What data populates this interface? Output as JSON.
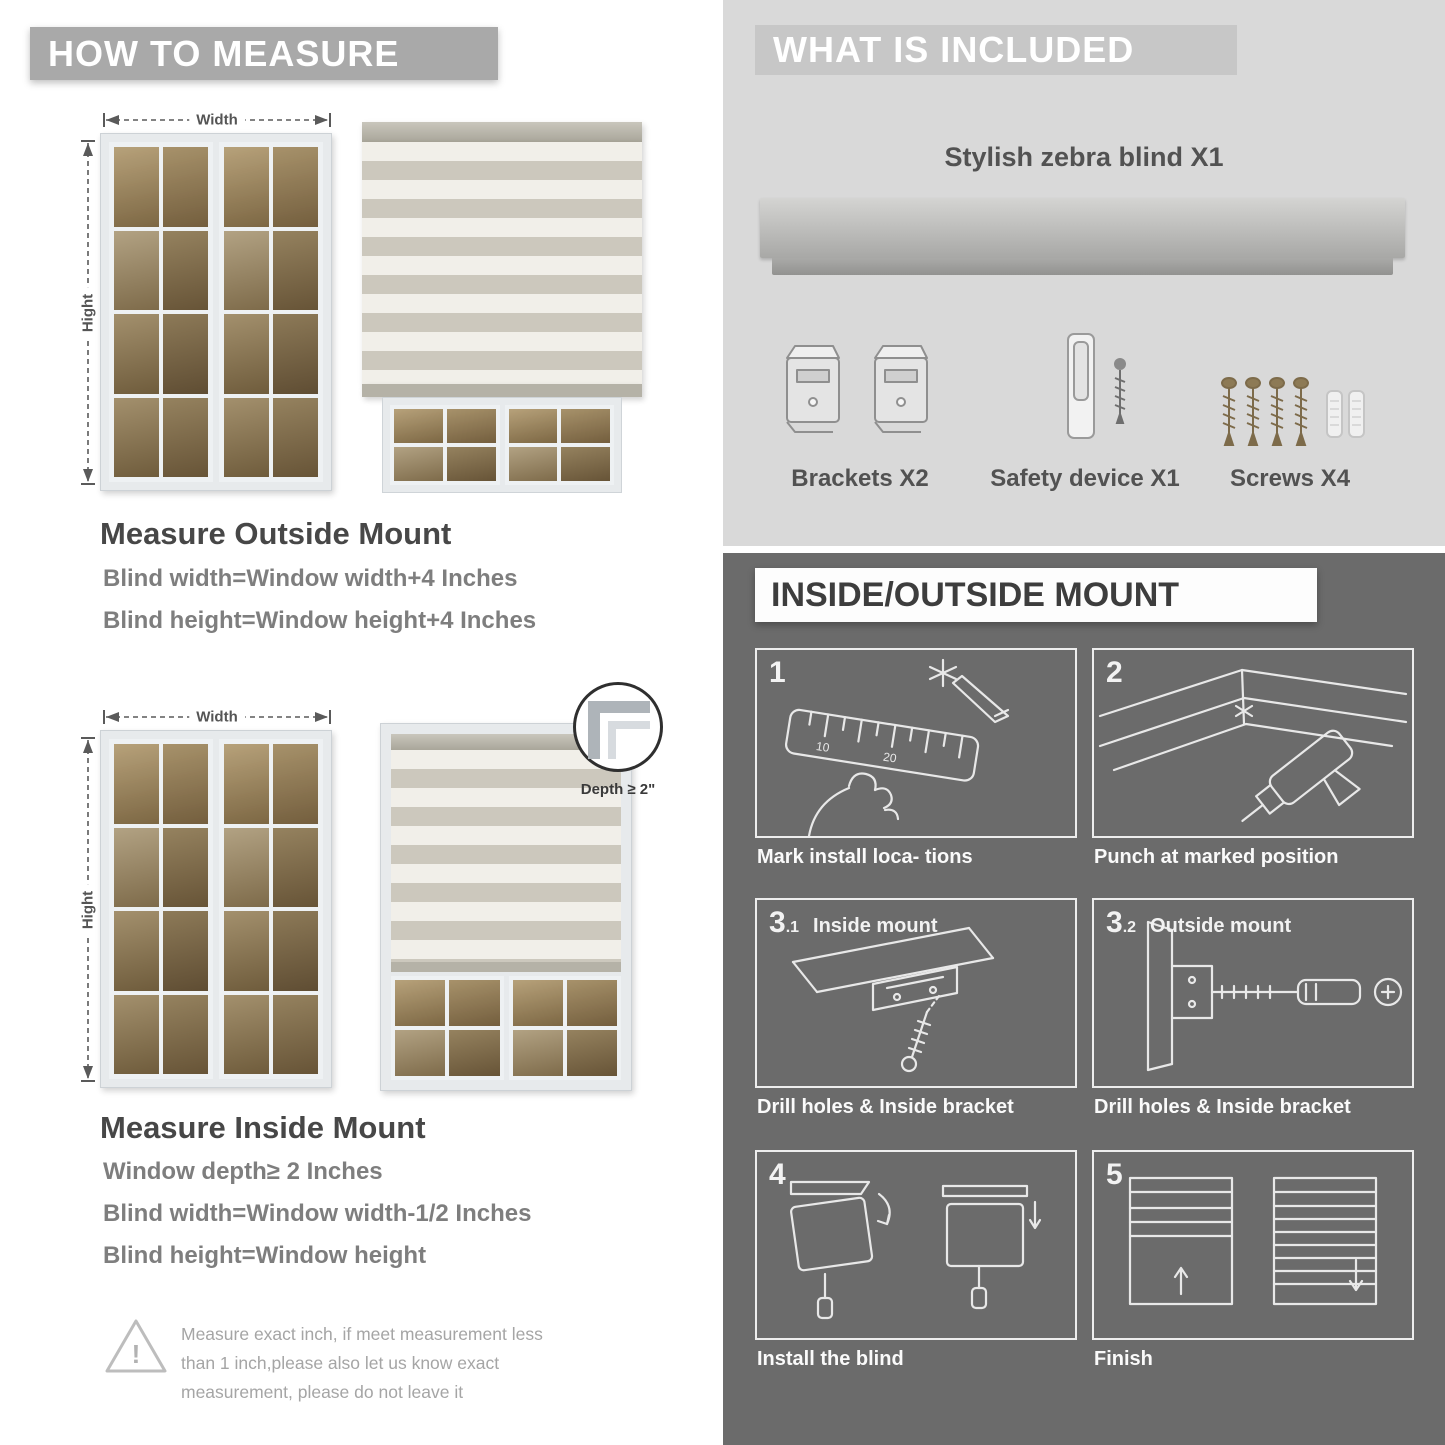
{
  "colors": {
    "left_banner": "#a9a9a9",
    "included_bg": "#d9d9d9",
    "included_banner": "#c7c7c7",
    "mount_bg": "#6b6b6b",
    "mount_banner": "#fdfdfd",
    "heading_text": "#474747",
    "formula_text": "#7e7e7e"
  },
  "left": {
    "header": "HOW TO MEASURE",
    "labels": {
      "width": "Width",
      "height": "Hight",
      "depth": "Depth ≥ 2\""
    },
    "outside": {
      "title": "Measure Outside Mount",
      "lines": [
        "Blind width=Window width+4 Inches",
        "Blind height=Window height+4 Inches"
      ]
    },
    "inside": {
      "title": "Measure Inside Mount",
      "lines": [
        "Window depth≥ 2 Inches",
        "Blind width=Window width-1/2 Inches",
        "Blind height=Window height"
      ]
    },
    "warning": {
      "mark": "!",
      "lines": [
        "Measure exact inch, if meet measurement less",
        "than 1 inch,please also let us know exact",
        "measurement, please do not leave it"
      ]
    }
  },
  "right": {
    "included": {
      "header": "WHAT IS INCLUDED",
      "blind_label": "Stylish zebra blind X1",
      "items": [
        "Brackets X2",
        "Safety device X1",
        "Screws X4"
      ]
    },
    "mount": {
      "header": "INSIDE/OUTSIDE MOUNT",
      "ruler_marks": [
        "10",
        "20"
      ],
      "steps": [
        {
          "num": "1",
          "caption": "Mark install loca- tions"
        },
        {
          "num": "2",
          "caption": "Punch at  marked position"
        },
        {
          "num": "3",
          "sub": ".1",
          "title": "Inside mount",
          "caption": "Drill holes &  Inside bracket"
        },
        {
          "num": "3",
          "sub": ".2",
          "title": "Outside mount",
          "caption": "Drill holes &  Inside bracket"
        },
        {
          "num": "4",
          "caption": "Install the blind"
        },
        {
          "num": "5",
          "caption": "Finish"
        }
      ]
    }
  }
}
